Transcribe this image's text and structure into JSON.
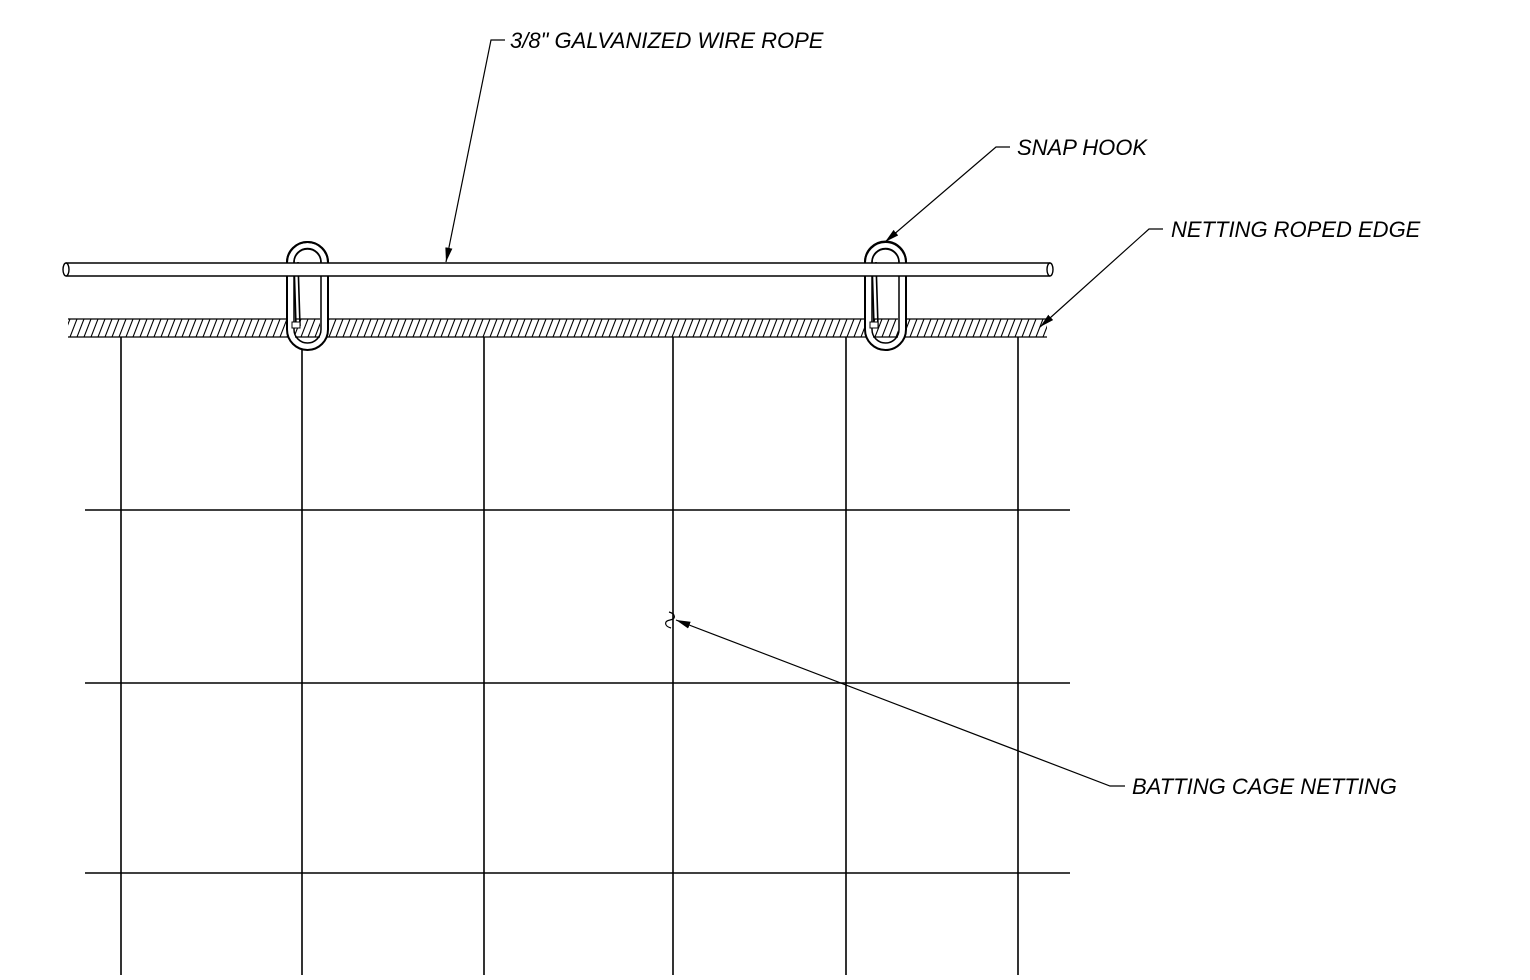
{
  "labels": {
    "wire_rope": "3/8\" GALVANIZED WIRE ROPE",
    "snap_hook": "SNAP HOOK",
    "roped_edge": "NETTING ROPED EDGE",
    "netting": "BATTING CAGE NETTING"
  },
  "colors": {
    "ink": "#000000",
    "background": "#ffffff"
  }
}
